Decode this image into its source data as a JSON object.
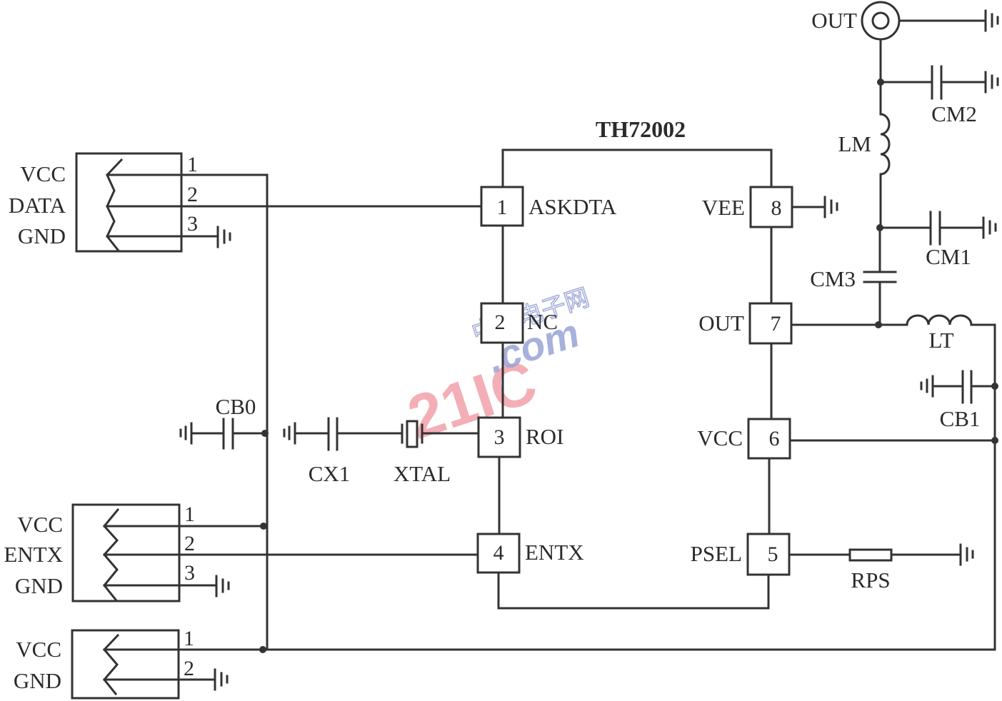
{
  "title": "TH72002",
  "chip_pins": [
    {
      "num": "1",
      "name": "ASKDTA"
    },
    {
      "num": "2",
      "name": "NC"
    },
    {
      "num": "3",
      "name": "ROI"
    },
    {
      "num": "4",
      "name": "ENTX"
    },
    {
      "num": "5",
      "name": "PSEL"
    },
    {
      "num": "6",
      "name": "VCC"
    },
    {
      "num": "7",
      "name": "OUT"
    },
    {
      "num": "8",
      "name": "VEE"
    }
  ],
  "connectors": [
    {
      "pins": [
        {
          "num": "1",
          "label": "VCC"
        },
        {
          "num": "2",
          "label": "DATA"
        },
        {
          "num": "3",
          "label": "GND"
        }
      ]
    },
    {
      "pins": [
        {
          "num": "1",
          "label": "VCC"
        },
        {
          "num": "2",
          "label": "ENTX"
        },
        {
          "num": "3",
          "label": "GND"
        }
      ]
    },
    {
      "pins": [
        {
          "num": "1",
          "label": "VCC"
        },
        {
          "num": "2",
          "label": "GND"
        }
      ]
    }
  ],
  "components": {
    "cb0": "CB0",
    "cx1": "CX1",
    "xtal": "XTAL",
    "cb1": "CB1",
    "cm1": "CM1",
    "cm2": "CM2",
    "cm3": "CM3",
    "lm": "LM",
    "lt": "LT",
    "rps": "RPS",
    "out_connector": "OUT"
  },
  "watermark": {
    "red": "21IC",
    "blue": ".com",
    "cn": "中国电子网"
  }
}
